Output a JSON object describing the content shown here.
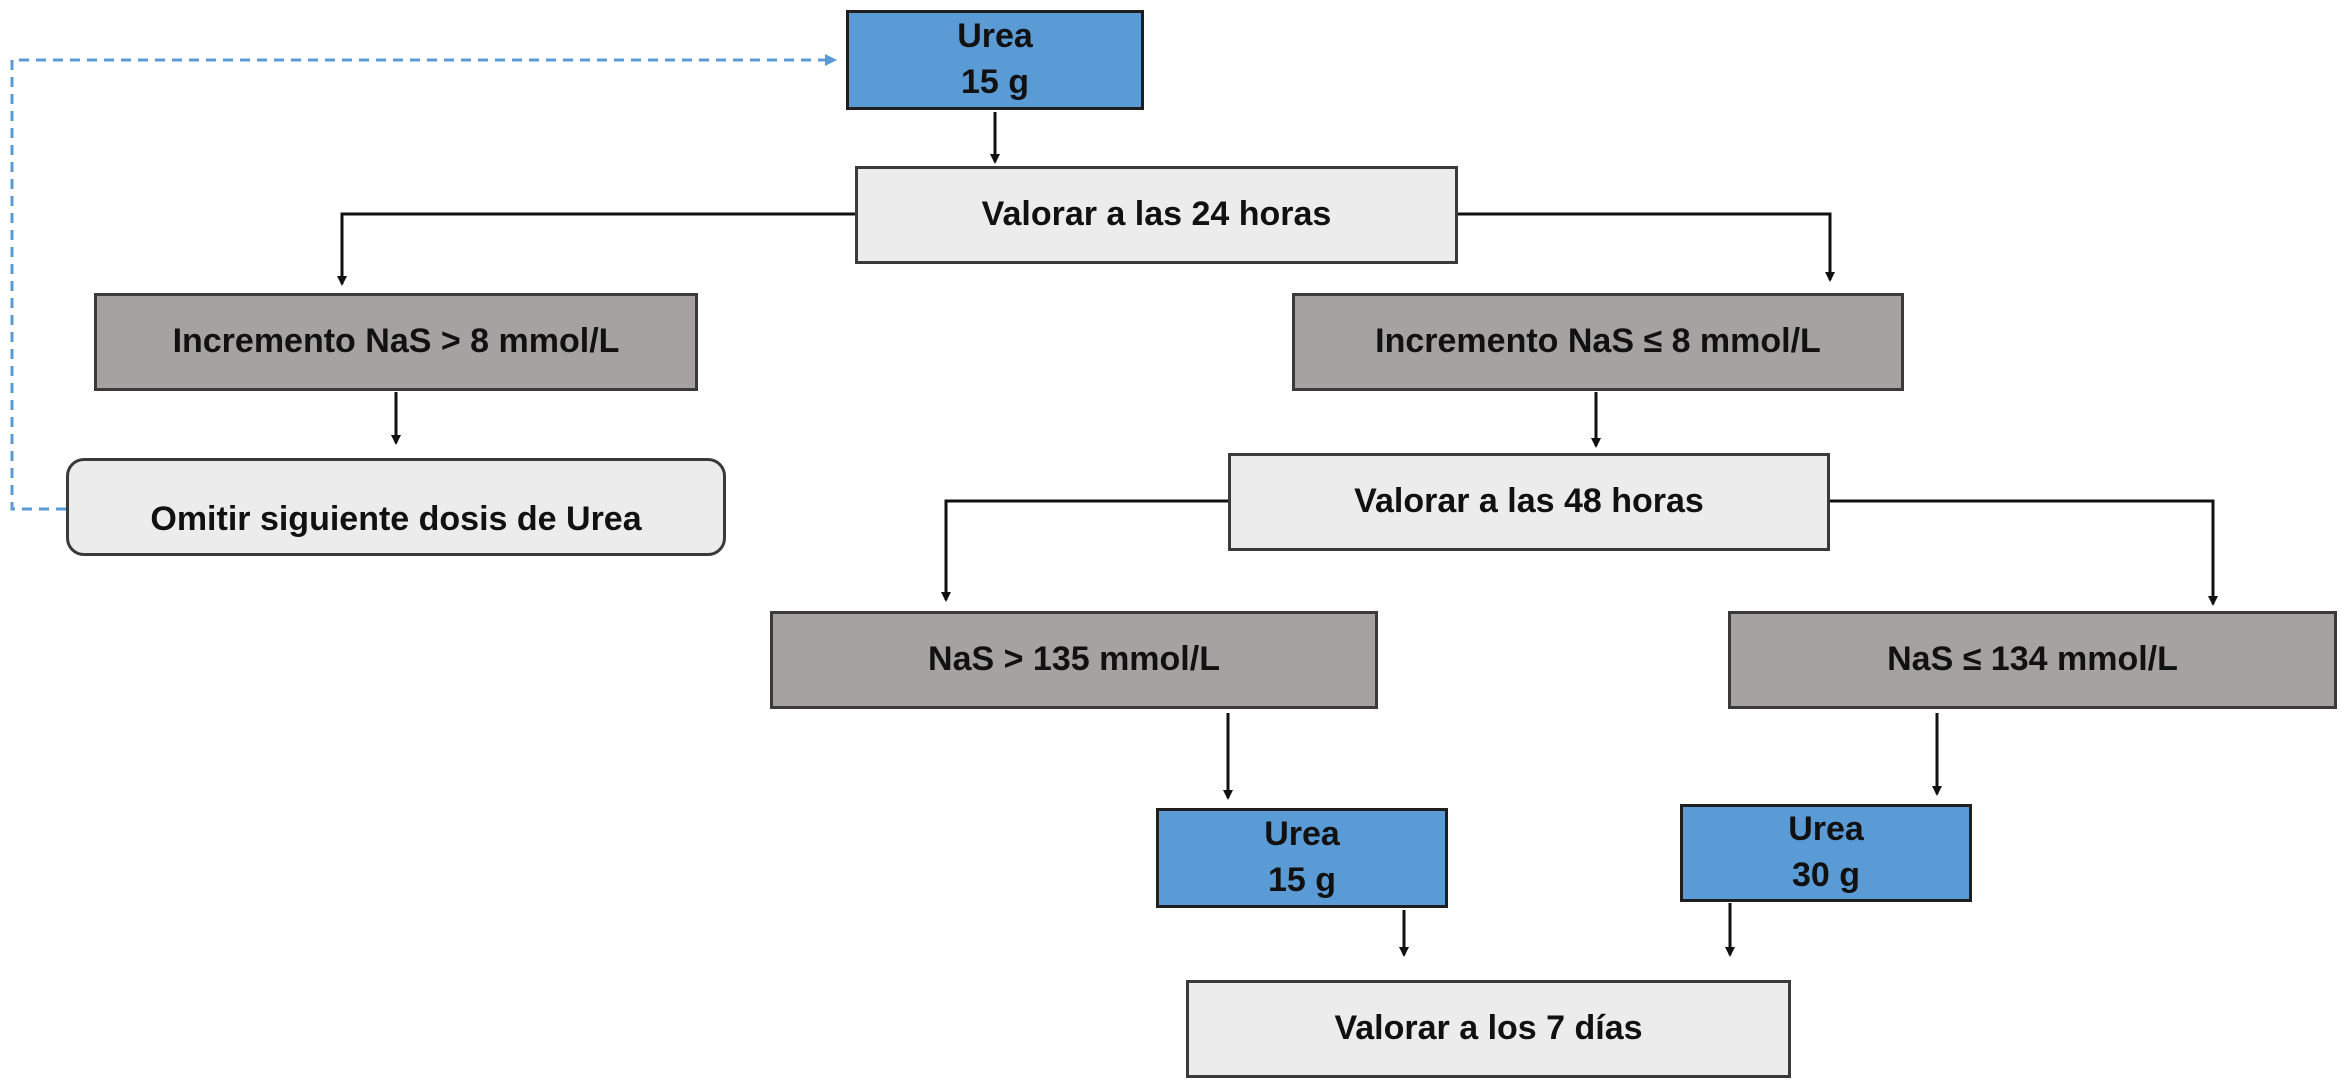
{
  "nodes": {
    "urea_start": {
      "line1": "Urea",
      "line2": "15 g"
    },
    "assess_24h": {
      "label": "Valorar a las 24 horas"
    },
    "increase_gt8": {
      "label": "Incremento NaS > 8 mmol/L"
    },
    "increase_le8": {
      "label": "Incremento NaS ≤ 8 mmol/L"
    },
    "omit_dose": {
      "label": "Omitir siguiente dosis de Urea"
    },
    "assess_48h": {
      "label": "Valorar a las 48 horas"
    },
    "nas_gt135": {
      "label": "NaS > 135 mmol/L"
    },
    "nas_le134": {
      "label": "NaS ≤ 134 mmol/L"
    },
    "urea_15": {
      "line1": "Urea",
      "line2": "15 g"
    },
    "urea_30": {
      "line1": "Urea",
      "line2": "30 g"
    },
    "assess_7d": {
      "label": "Valorar a los 7 días"
    }
  },
  "colors": {
    "blue_box": "#5b9bd5",
    "light_box": "#ececec",
    "gray_box": "#a6a2a2",
    "arrow": "#111111",
    "feedback_arrow": "#5b9bd5"
  }
}
